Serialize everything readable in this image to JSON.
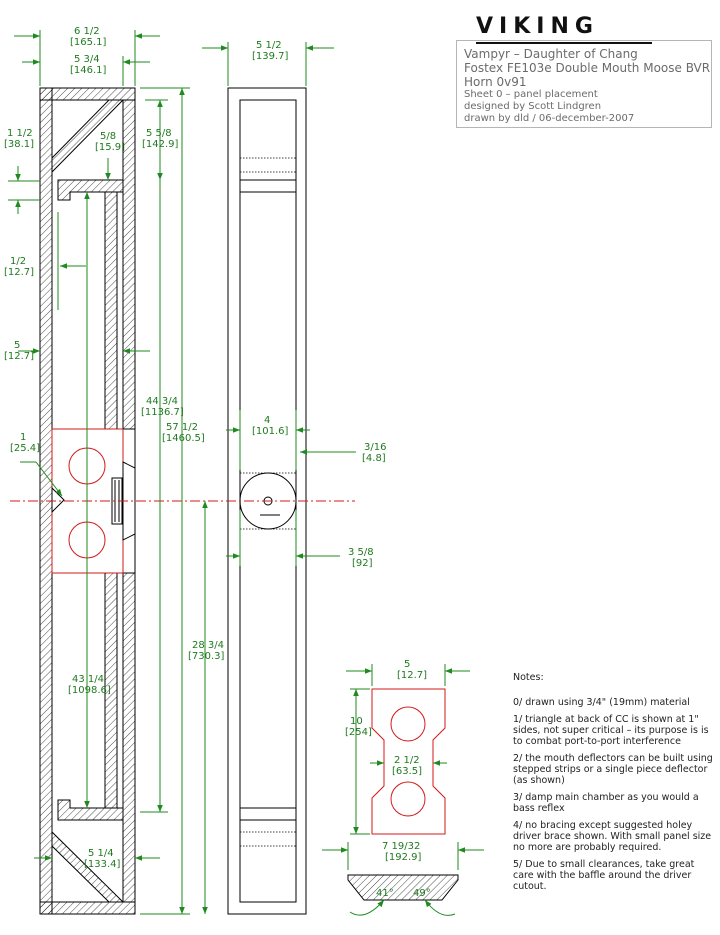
{
  "logo": {
    "text": "VIKING"
  },
  "title_block": {
    "line1": "Vampyr – Daughter of Chang",
    "line2": "Fostex FE103e Double Mouth Moose BVR",
    "line3": "Horn 0v91",
    "line4": "Sheet 0 – panel placement",
    "line5": "designed by Scott Lindgren",
    "line6": "drawn by dld / 06-december-2007"
  },
  "dims": {
    "d1": "6 1/2",
    "d1m": "[165.1]",
    "d2": "5 3/4",
    "d2m": "[146.1]",
    "d3": "5 1/2",
    "d3m": "[139.7]",
    "d4": "1 1/2",
    "d4m": "[38.1]",
    "d5": "5/8",
    "d5m": "[15.9]",
    "d6": "5 5/8",
    "d6m": "[142.9]",
    "d7": "1/2",
    "d7m": "[12.7]",
    "d8": "5",
    "d8m": "[12.7]",
    "d9": "44 3/4",
    "d9m": "[1136.7]",
    "d10": "57 1/2",
    "d10m": "[1460.5]",
    "d11": "4",
    "d11m": "[101.6]",
    "d12": "3/16",
    "d12m": "[4.8]",
    "d13": "1",
    "d13m": "[25.4]",
    "d14": "3 5/8",
    "d14m": "[92]",
    "d15": "28 3/4",
    "d15m": "[730.3]",
    "d16": "43 1/4",
    "d16m": "[1098.6]",
    "d17": "5 1/4",
    "d17m": "[133.4]",
    "d18": "5",
    "d18m": "[12.7]",
    "d19": "10",
    "d19m": "[254]",
    "d20": "2 1/2",
    "d20m": "[63.5]",
    "d21": "7 19/32",
    "d21m": "[192.9]",
    "d22": "41°",
    "d23": "49°"
  },
  "notes": {
    "heading": "Notes:",
    "n0": "0/ drawn using 3/4\" (19mm) material",
    "n1": "1/ triangle at back of CC is shown at 1\" sides, not super critical – its purpose is is to combat port-to-port interference",
    "n2": "2/ the mouth deflectors can be built using stepped strips or a single piece deflector (as shown)",
    "n3": "3/ damp main chamber as you would a bass reflex",
    "n4": "4/ no bracing except suggested holey driver brace shown. With small panel size no more are probably required.",
    "n5": "5/ Due to small clearances, take great care with the baffle around the driver cutout."
  }
}
